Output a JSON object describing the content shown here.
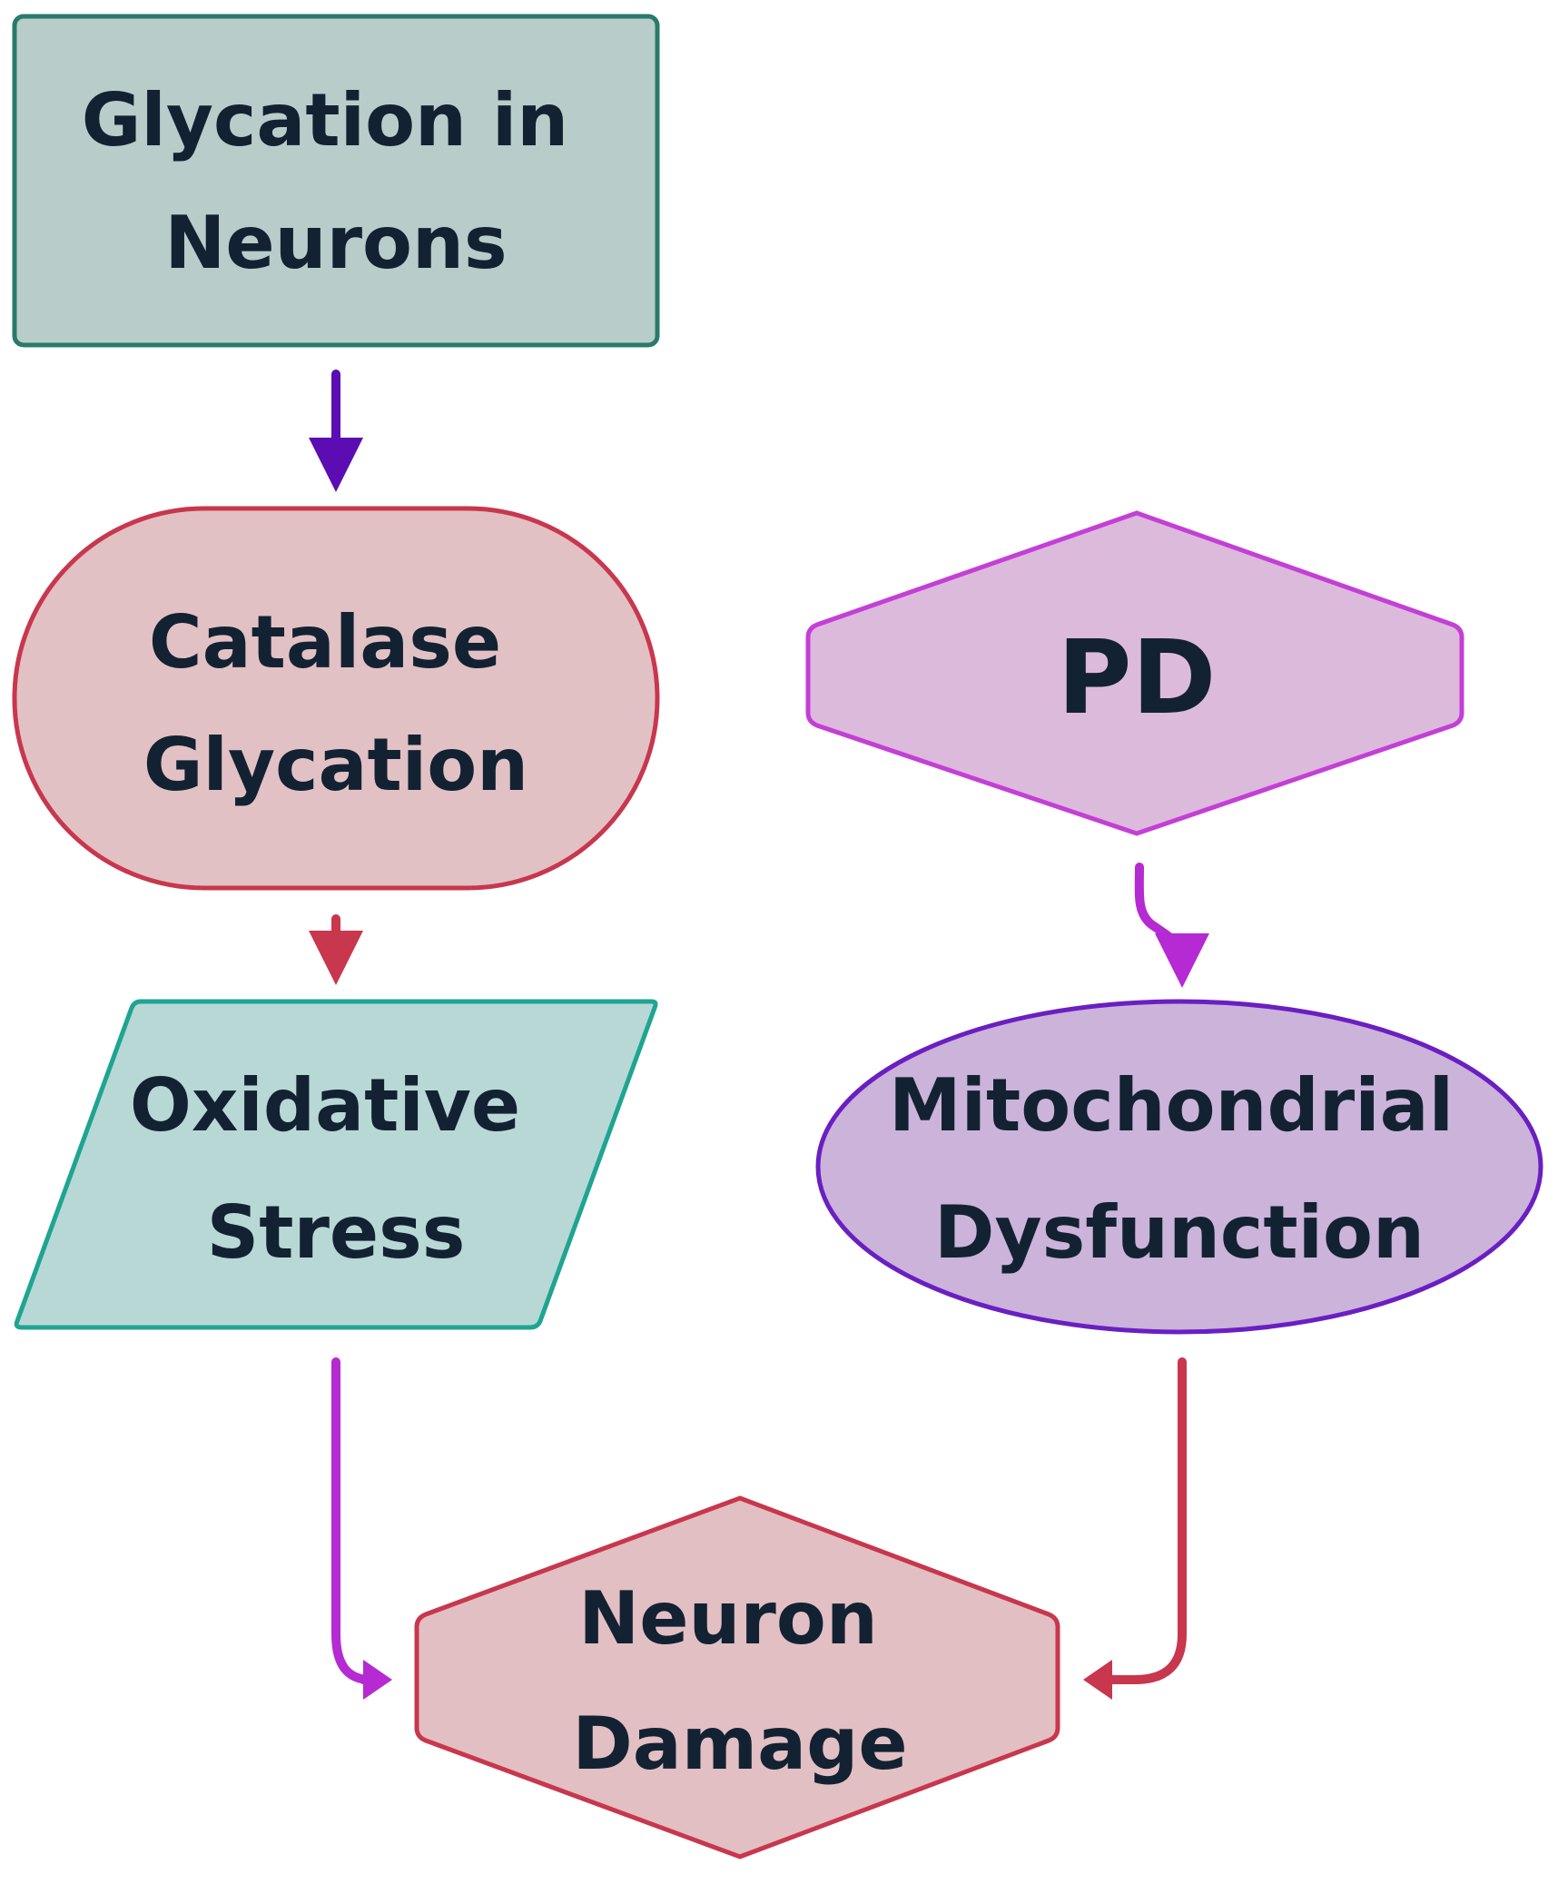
{
  "nodes": {
    "glycation_neurons": {
      "line1": "Glycation in",
      "line2": "Neurons",
      "fill": "#b8cdc9",
      "stroke": "#2a7a6a"
    },
    "catalase_glycation": {
      "line1": "Catalase",
      "line2": "Glycation",
      "fill": "#e2c1c4",
      "stroke": "#c8374d"
    },
    "oxidative_stress": {
      "line1": "Oxidative",
      "line2": "Stress",
      "fill": "#b8d8d5",
      "stroke": "#1ea592"
    },
    "pd": {
      "line1": "PD",
      "fill": "#dcbadb",
      "stroke": "#c43fd6"
    },
    "mitochondrial_dysfunction": {
      "line1": "Mitochondrial",
      "line2": "Dysfunction",
      "fill": "#cbb3d9",
      "stroke": "#6a1fc2"
    },
    "neuron_damage": {
      "line1": "Neuron",
      "line2": "Damage",
      "fill": "#e2bfc3",
      "stroke": "#c8374d"
    }
  },
  "arrows": {
    "glycation_to_catalase": "#5b0db3",
    "catalase_to_oxidative": "#c8374d",
    "pd_to_mitochondrial": "#b52ad2",
    "oxidative_to_damage": "#b52ad2",
    "mitochondrial_to_damage": "#c8374d"
  },
  "text_color": "#132232"
}
